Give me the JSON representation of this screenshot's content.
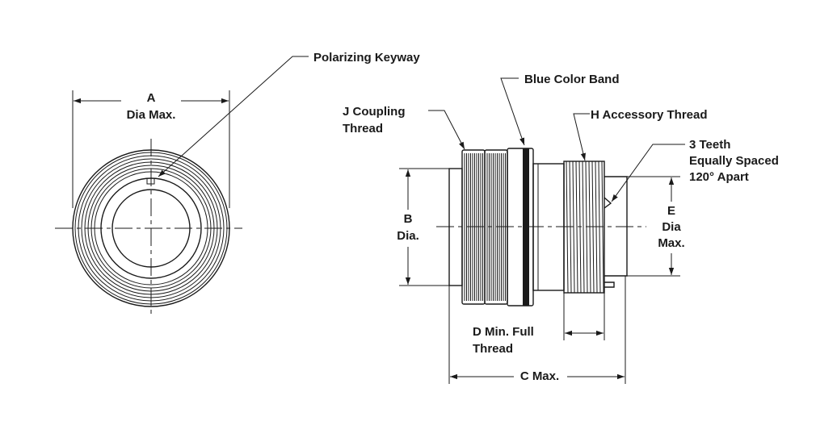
{
  "labels": {
    "keyway": "Polarizing Keyway",
    "a_letter": "A",
    "a_text": "Dia Max.",
    "blue_band": "Blue Color Band",
    "j_line1": "J Coupling",
    "j_line2": "Thread",
    "h_thread": "H Accessory Thread",
    "teeth_line1": "3 Teeth",
    "teeth_line2": "Equally Spaced",
    "teeth_line3": "120° Apart",
    "b_letter": "B",
    "b_text": "Dia.",
    "e_letter": "E",
    "e_line2": "Dia",
    "e_line3": "Max.",
    "d_line1": "D Min. Full",
    "d_line2": "Thread",
    "c_text": "C Max."
  },
  "colors": {
    "ink": "#1a1a1a",
    "background": "#ffffff"
  }
}
